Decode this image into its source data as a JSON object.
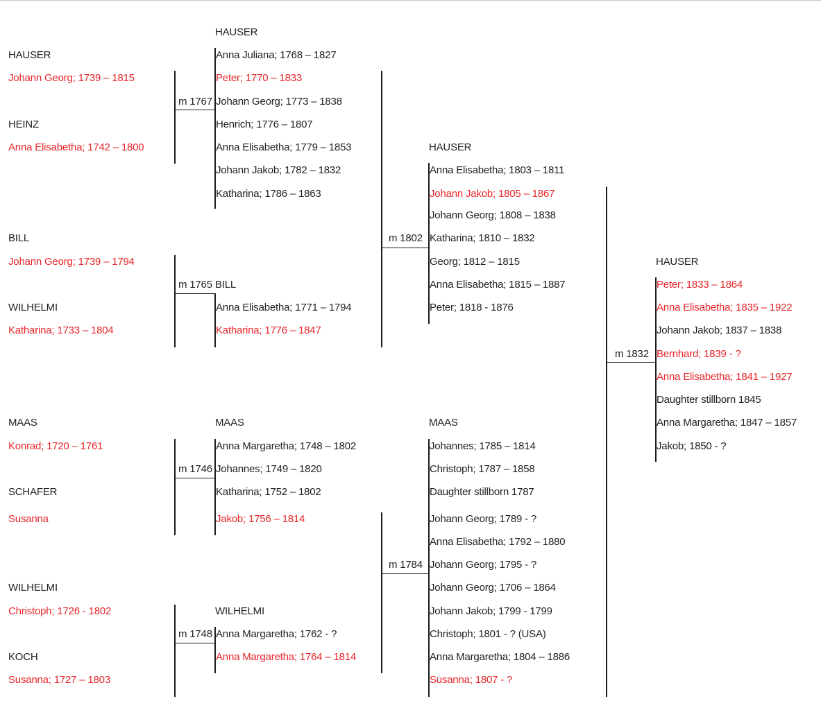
{
  "colors": {
    "text": "#222222",
    "highlight": "#e8262a",
    "line": "#1a1a1a"
  },
  "generation1": [
    {
      "surname": "HAUSER",
      "person": "Johann Georg; 1739 – 1815",
      "highlight": true
    },
    {
      "surname": "HEINZ",
      "person": "Anna Elisabetha; 1742 – 1800",
      "highlight": true
    },
    {
      "surname": "BILL",
      "person": "Johann Georg; 1739 – 1794",
      "highlight": true
    },
    {
      "surname": "WILHELMI",
      "person": "Katharina; 1733 – 1804",
      "highlight": true
    },
    {
      "surname": "MAAS",
      "person": "Konrad; 1720 – 1761",
      "highlight": true
    },
    {
      "surname": "SCHAFER",
      "person": "Susanna",
      "highlight": true
    },
    {
      "surname": "WILHELMI",
      "person": "Christoph; 1726 - 1802",
      "highlight": true
    },
    {
      "surname": "KOCH",
      "person": "Susanna; 1727 – 1803",
      "highlight": true
    }
  ],
  "families": [
    {
      "id": "hauser-heinz",
      "marriage": "m 1767",
      "surname": "HAUSER",
      "children": [
        {
          "name": "Anna Juliana; 1768 – 1827",
          "highlight": false
        },
        {
          "name": "Peter; 1770 – 1833",
          "highlight": true
        },
        {
          "name": "Johann Georg; 1773 – 1838",
          "highlight": false
        },
        {
          "name": "Henrich; 1776 – 1807",
          "highlight": false
        },
        {
          "name": "Anna Elisabetha; 1779 – 1853",
          "highlight": false
        },
        {
          "name": "Johann Jakob; 1782 – 1832",
          "highlight": false
        },
        {
          "name": "Katharina; 1786 – 1863",
          "highlight": false
        }
      ]
    },
    {
      "id": "bill-wilhelmi",
      "marriage": "m 1765",
      "surname": "BILL",
      "children": [
        {
          "name": "Anna Elisabetha; 1771 – 1794",
          "highlight": false
        },
        {
          "name": "Katharina; 1776 – 1847",
          "highlight": true
        }
      ]
    },
    {
      "id": "maas-schafer",
      "marriage": "m 1746",
      "surname": "MAAS",
      "children": [
        {
          "name": "Anna Margaretha; 1748 – 1802",
          "highlight": false
        },
        {
          "name": "Johannes; 1749 – 1820",
          "highlight": false
        },
        {
          "name": "Katharina; 1752 – 1802",
          "highlight": false
        },
        {
          "name": "Jakob; 1756 – 1814",
          "highlight": true
        }
      ]
    },
    {
      "id": "wilhelmi-koch",
      "marriage": "m 1748",
      "surname": "WILHELMI",
      "children": [
        {
          "name": "Anna Margaretha; 1762 - ?",
          "highlight": false
        },
        {
          "name": "Anna Margaretha; 1764 – 1814",
          "highlight": true
        }
      ]
    },
    {
      "id": "hauser-bill",
      "marriage": "m 1802",
      "surname": "HAUSER",
      "children": [
        {
          "name": "Anna Elisabetha; 1803 – 1811",
          "highlight": false
        },
        {
          "name": "Johann Jakob; 1805 – 1867",
          "highlight": true
        },
        {
          "name": "Johann Georg; 1808 – 1838",
          "highlight": false
        },
        {
          "name": "Katharina; 1810 – 1832",
          "highlight": false
        },
        {
          "name": "Georg; 1812 – 1815",
          "highlight": false
        },
        {
          "name": "Anna Elisabetha; 1815 – 1887",
          "highlight": false
        },
        {
          "name": "Peter; 1818 - 1876",
          "highlight": false
        }
      ]
    },
    {
      "id": "maas-wilhelmi",
      "marriage": "m 1784",
      "surname": "MAAS",
      "children": [
        {
          "name": "Johannes; 1785 – 1814",
          "highlight": false
        },
        {
          "name": "Christoph; 1787 – 1858",
          "highlight": false
        },
        {
          "name": "Daughter stillborn 1787",
          "highlight": false
        },
        {
          "name": "Johann Georg; 1789 - ?",
          "highlight": false
        },
        {
          "name": "Anna Elisabetha; 1792 – 1880",
          "highlight": false
        },
        {
          "name": "Johann Georg; 1795 - ?",
          "highlight": false
        },
        {
          "name": "Johann Georg; 1706 – 1864",
          "highlight": false
        },
        {
          "name": "Johann Jakob; 1799 - 1799",
          "highlight": false
        },
        {
          "name": "Christoph; 1801 - ? (USA)",
          "highlight": false
        },
        {
          "name": "Anna Margaretha; 1804 – 1886",
          "highlight": false
        },
        {
          "name": "Susanna; 1807 - ?",
          "highlight": true
        }
      ]
    },
    {
      "id": "hauser-maas",
      "marriage": "m 1832",
      "surname": "HAUSER",
      "children": [
        {
          "name": "Peter; 1833 – 1864",
          "highlight": true
        },
        {
          "name": "Anna Elisabetha; 1835 – 1922",
          "highlight": true
        },
        {
          "name": "Johann Jakob; 1837 – 1838",
          "highlight": false
        },
        {
          "name": "Bernhard; 1839 - ?",
          "highlight": true
        },
        {
          "name": "Anna Elisabetha; 1841 – 1927",
          "highlight": true
        },
        {
          "name": "Daughter stillborn 1845",
          "highlight": false
        },
        {
          "name": "Anna Margaretha; 1847 – 1857",
          "highlight": false
        },
        {
          "name": "Jakob; 1850 - ?",
          "highlight": false
        }
      ]
    }
  ]
}
